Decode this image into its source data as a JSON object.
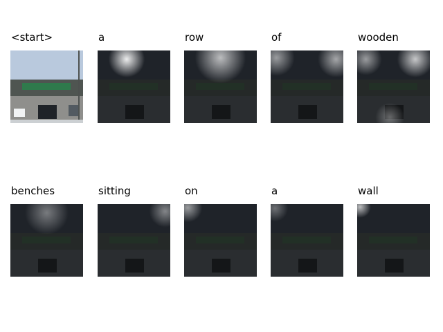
{
  "caption_tokens": [
    {
      "word": "<start>",
      "attention": "none"
    },
    {
      "word": "a",
      "attention": "top-center"
    },
    {
      "word": "row",
      "attention": "top-center-wide"
    },
    {
      "word": "of",
      "attention": "top-left-right"
    },
    {
      "word": "wooden",
      "attention": "top-right-bottom"
    },
    {
      "word": "benches",
      "attention": "top-center-faint"
    },
    {
      "word": "sitting",
      "attention": "top-right"
    },
    {
      "word": "on",
      "attention": "top-left"
    },
    {
      "word": "a",
      "attention": "top-left-faint"
    },
    {
      "word": "wall",
      "attention": "top-left"
    }
  ],
  "scene_colors": {
    "sky": "#b9c9dd",
    "bridge": "#4f5551",
    "sign": "#2f7a4c",
    "road": "#8f8f8c",
    "shadow": "#1f2328"
  }
}
